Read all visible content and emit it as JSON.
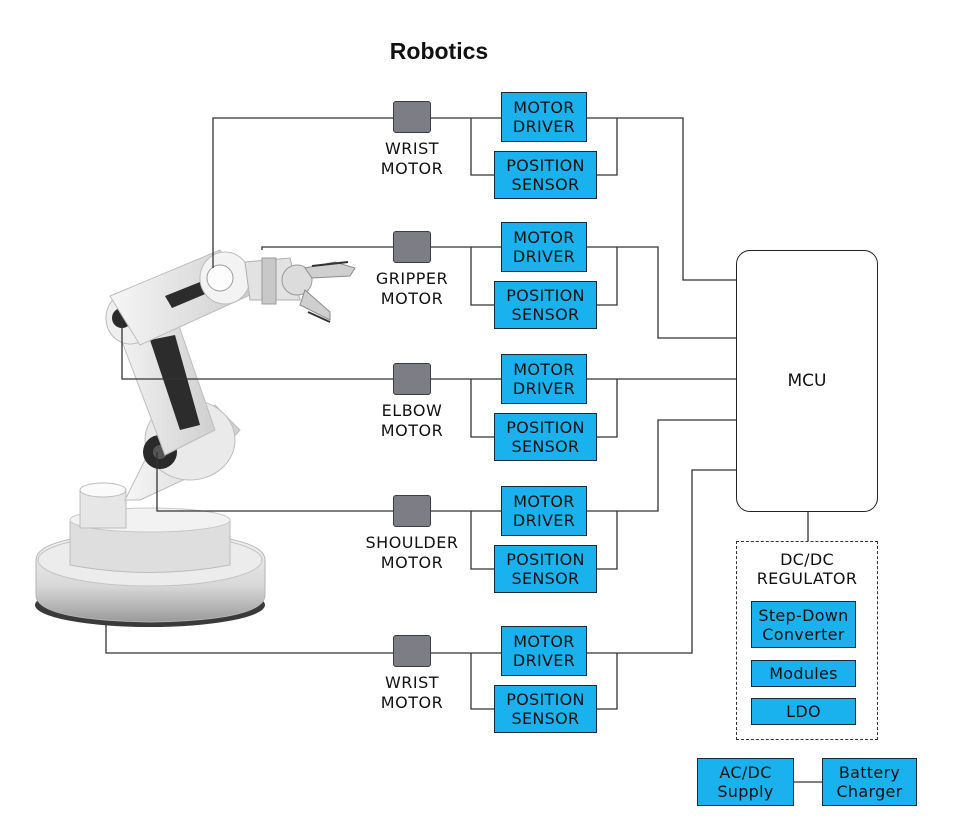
{
  "title": "Robotics",
  "motors": [
    {
      "line1": "WRIST",
      "line2": "MOTOR"
    },
    {
      "line1": "GRIPPER",
      "line2": "MOTOR"
    },
    {
      "line1": "ELBOW",
      "line2": "MOTOR"
    },
    {
      "line1": "SHOULDER",
      "line2": "MOTOR"
    },
    {
      "line1": "WRIST",
      "line2": "MOTOR"
    }
  ],
  "driver": {
    "line1": "MOTOR",
    "line2": "DRIVER"
  },
  "sensor": {
    "line1": "POSITION",
    "line2": "SENSOR"
  },
  "mcu": "MCU",
  "regulator": {
    "title_line1": "DC/DC",
    "title_line2": "REGULATOR",
    "step_down_line1": "Step-Down",
    "step_down_line2": "Converter",
    "modules": "Modules",
    "ldo": "LDO"
  },
  "supply": {
    "line1": "AC/DC",
    "line2": "Supply"
  },
  "charger": {
    "line1": "Battery",
    "line2": "Charger"
  },
  "colors": {
    "block_fill": "#1ab2ee",
    "motor_fill": "#7d7d86",
    "wire": "#333333"
  }
}
